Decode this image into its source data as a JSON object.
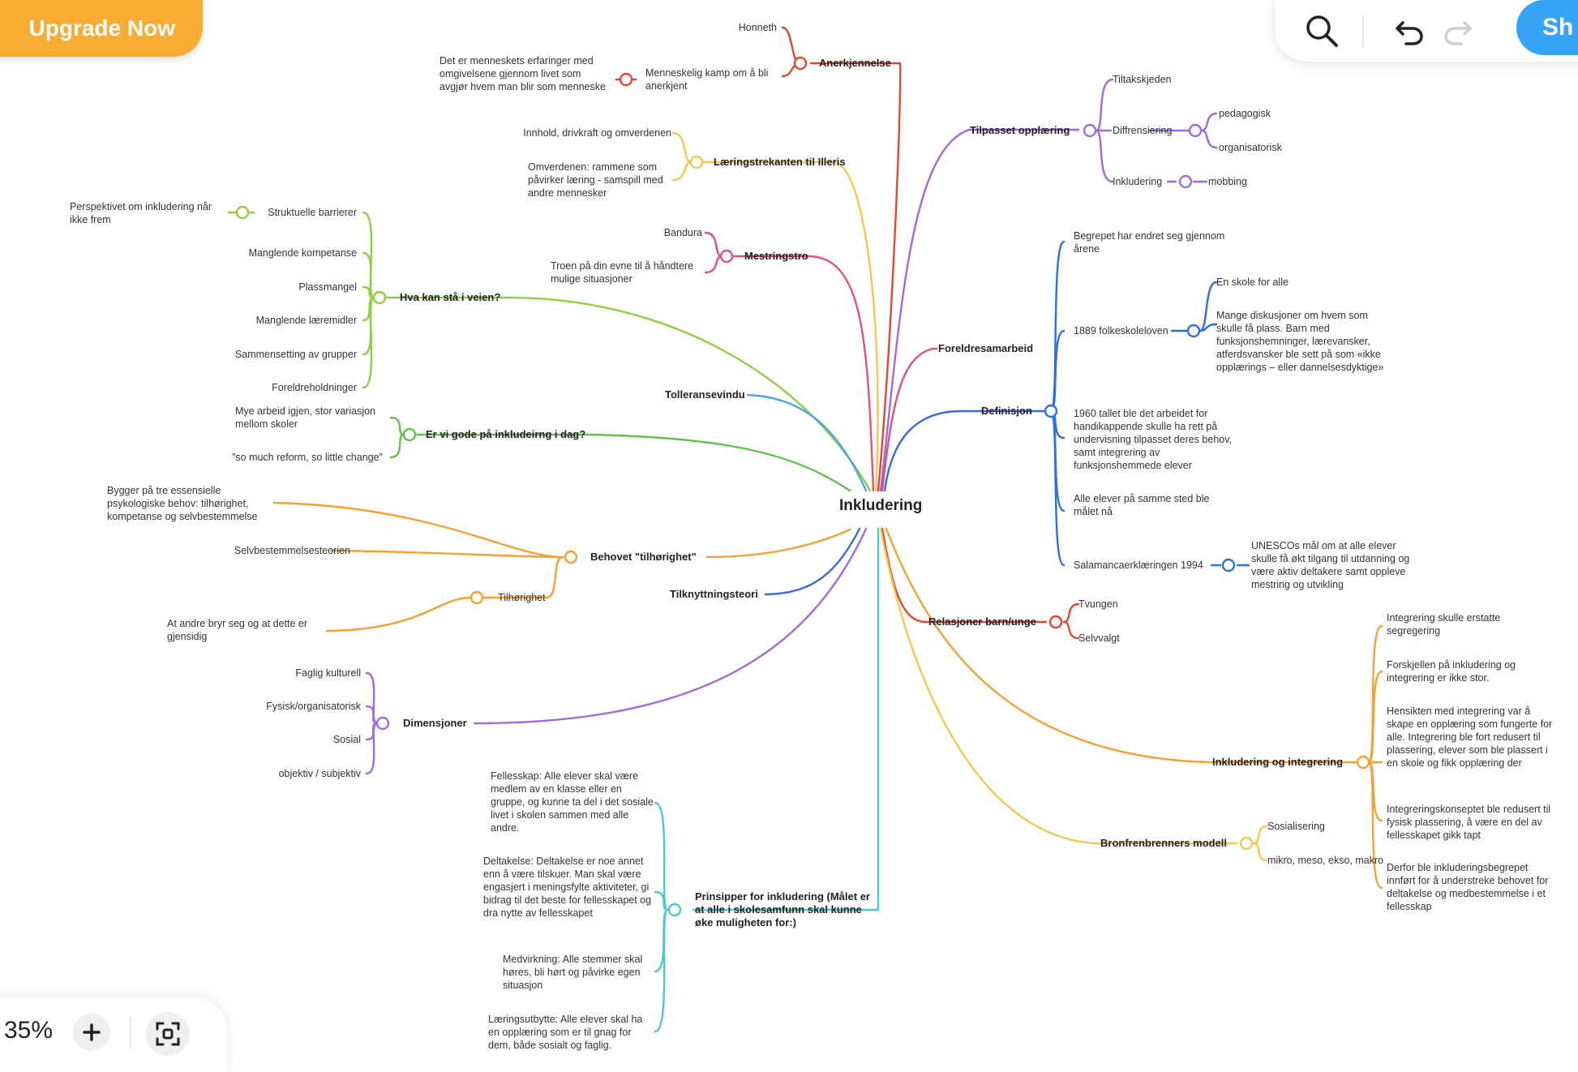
{
  "toolbar": {
    "upgrade_label": "Upgrade Now",
    "share_label": "Sh"
  },
  "zoom": {
    "level": "35%"
  },
  "colors": {
    "red": "#e4452d",
    "purple": "#9c6be0",
    "yellow": "#f2c94c",
    "green": "#8dcf3f",
    "pink": "#e0507e",
    "blue": "#2f6ee0",
    "orange": "#f5a033",
    "teal": "#4ec8c8",
    "lightblue": "#4aa2f0",
    "dgreen": "#62c050",
    "lblue": "#4066e0"
  },
  "mindmap": {
    "root": "Inkludering",
    "anerkjennelse": {
      "label": "Anerkjennelse",
      "children": [
        "Honneth",
        "Menneskelig kamp om å bli anerkjent"
      ],
      "grandchild": "Det er menneskets erfaringer med omgivelsene gjennom livet som avgjør hvem man blir som menneske"
    },
    "tilpasset": {
      "label": "Tilpasset opplæring",
      "children": [
        "Tiltakskjeden",
        "Diffrensiering",
        "Inkludering"
      ],
      "diff_children": [
        "pedagogisk",
        "organisatorisk"
      ],
      "inkl_child": "mobbing"
    },
    "laeringstrekanten": {
      "label": "Læringstrekanten til Illeris",
      "children": [
        "Innhold, drivkraft og omverdenen",
        "Omverdenen: rammene som påvirker læring - samspill med andre mennesker"
      ]
    },
    "mestringstro": {
      "label": "Mestringstro",
      "children": [
        "Bandura",
        "Troen på din evne til å håndtere mulige situasjoner"
      ]
    },
    "hva_kan": {
      "label": "Hva kan stå i veien?",
      "children": [
        "Struktuelle barrierer",
        "Manglende kompetanse",
        "Plassmangel",
        "Manglende læremidler",
        "Sammensetting av grupper",
        "Foreldreholdninger"
      ],
      "grandchild": "Perspektivet om inkludering når ikke frem"
    },
    "foreldresamarbeid": {
      "label": "Foreldresamarbeid"
    },
    "definisjon": {
      "label": "Definisjon",
      "children": [
        "Begrepet har endret seg gjennom årene",
        "1889 folkeskoleloven",
        "1960 tallet ble det arbeidet for handikappende skulle ha rett på undervisning tilpasset deres behov, samt integrering av funksjonshemmede elever",
        "Alle elever på samme sted ble målet nå",
        "Salamancaerklæringen 1994"
      ],
      "folkeskole_children": [
        "En skole for alle",
        "Mange diskusjoner om hvem som skulle få plass. Barn med funksjonshemninger, lærevansker, atferdsvansker ble sett på som «ikke opplærings – eller dannelsesdyktige»"
      ],
      "salamanca_child": "UNESCOs mål om at alle elever skulle få økt tilgang til utdanning og være aktiv deltakere samt oppleve mestring og utvikling"
    },
    "tolleransevindu": {
      "label": "Tolleransevindu"
    },
    "er_vi_gode": {
      "label": "Er vi gode på inkludeirng i dag?",
      "children": [
        "Mye arbeid igjen, stor variasjon mellom skoler",
        "\"so much reform, so little change\""
      ]
    },
    "behovet": {
      "label": "Behovet \"tilhørighet\"",
      "children": [
        "Bygger på tre essensielle psykologiske behov: tilhørighet, kompetanse og selvbestemmelse",
        "Selvbestemmelsesteorien",
        "Tilhørighet"
      ],
      "tilhorighet_child": "At andre bryr seg og at dette er gjensidig"
    },
    "tilknytningsteori": {
      "label": "Tilknyttningsteori"
    },
    "relasjoner": {
      "label": "Relasjoner barn/unge",
      "children": [
        "Tvungen",
        "Selvvalgt"
      ]
    },
    "dimensjoner": {
      "label": "Dimensjoner",
      "children": [
        "Faglig kulturell",
        "Fysisk/organisatorisk",
        "Sosial",
        "objektiv / subjektiv"
      ]
    },
    "inkl_integrering": {
      "label": "Inkludering og integrering",
      "children": [
        "Integrering skulle erstatte segregering",
        "Forskjellen på inkludering og integrering er ikke stor.",
        "Hensikten med integrering var å skape en opplæring som fungerte for alle. Integrering ble fort redusert til plassering, elever som ble plassert i en skole og fikk opplæring der",
        "Integreringskonseptet ble redusert til fysisk plassering, å være en del av fellesskapet gikk tapt",
        "Derfor ble inkluderingsbegrepet innført for å understreke behovet for deltakelse og medbestemmelse i et fellesskap"
      ]
    },
    "bronfenbrenner": {
      "label": "Bronfrenbrenners modell",
      "children": [
        "Sosialisering",
        "mikro, meso, ekso, makro"
      ]
    },
    "prinsipper": {
      "label": "Prinsipper for inkludering (Målet er at alle i skolesamfunn skal kunne øke muligheten for:)",
      "children": [
        "Fellesskap: Alle elever skal være medlem av en klasse eller en gruppe, og kunne ta del i det sosiale livet i skolen sammen med alle andre.",
        "Deltakelse: Deltakelse er noe annet enn å være tilskuer. Man skal være engasjert i meningsfylte aktiviteter, gi bidrag til det beste for fellesskapet og dra nytte av fellesskapet",
        "Medvirkning: Alle stemmer skal høres, bli hørt og påvirke egen situasjon",
        "Læringsutbytte: Alle elever skal ha en opplæring som er til gnag for dem, både sosialt og faglig."
      ]
    }
  }
}
